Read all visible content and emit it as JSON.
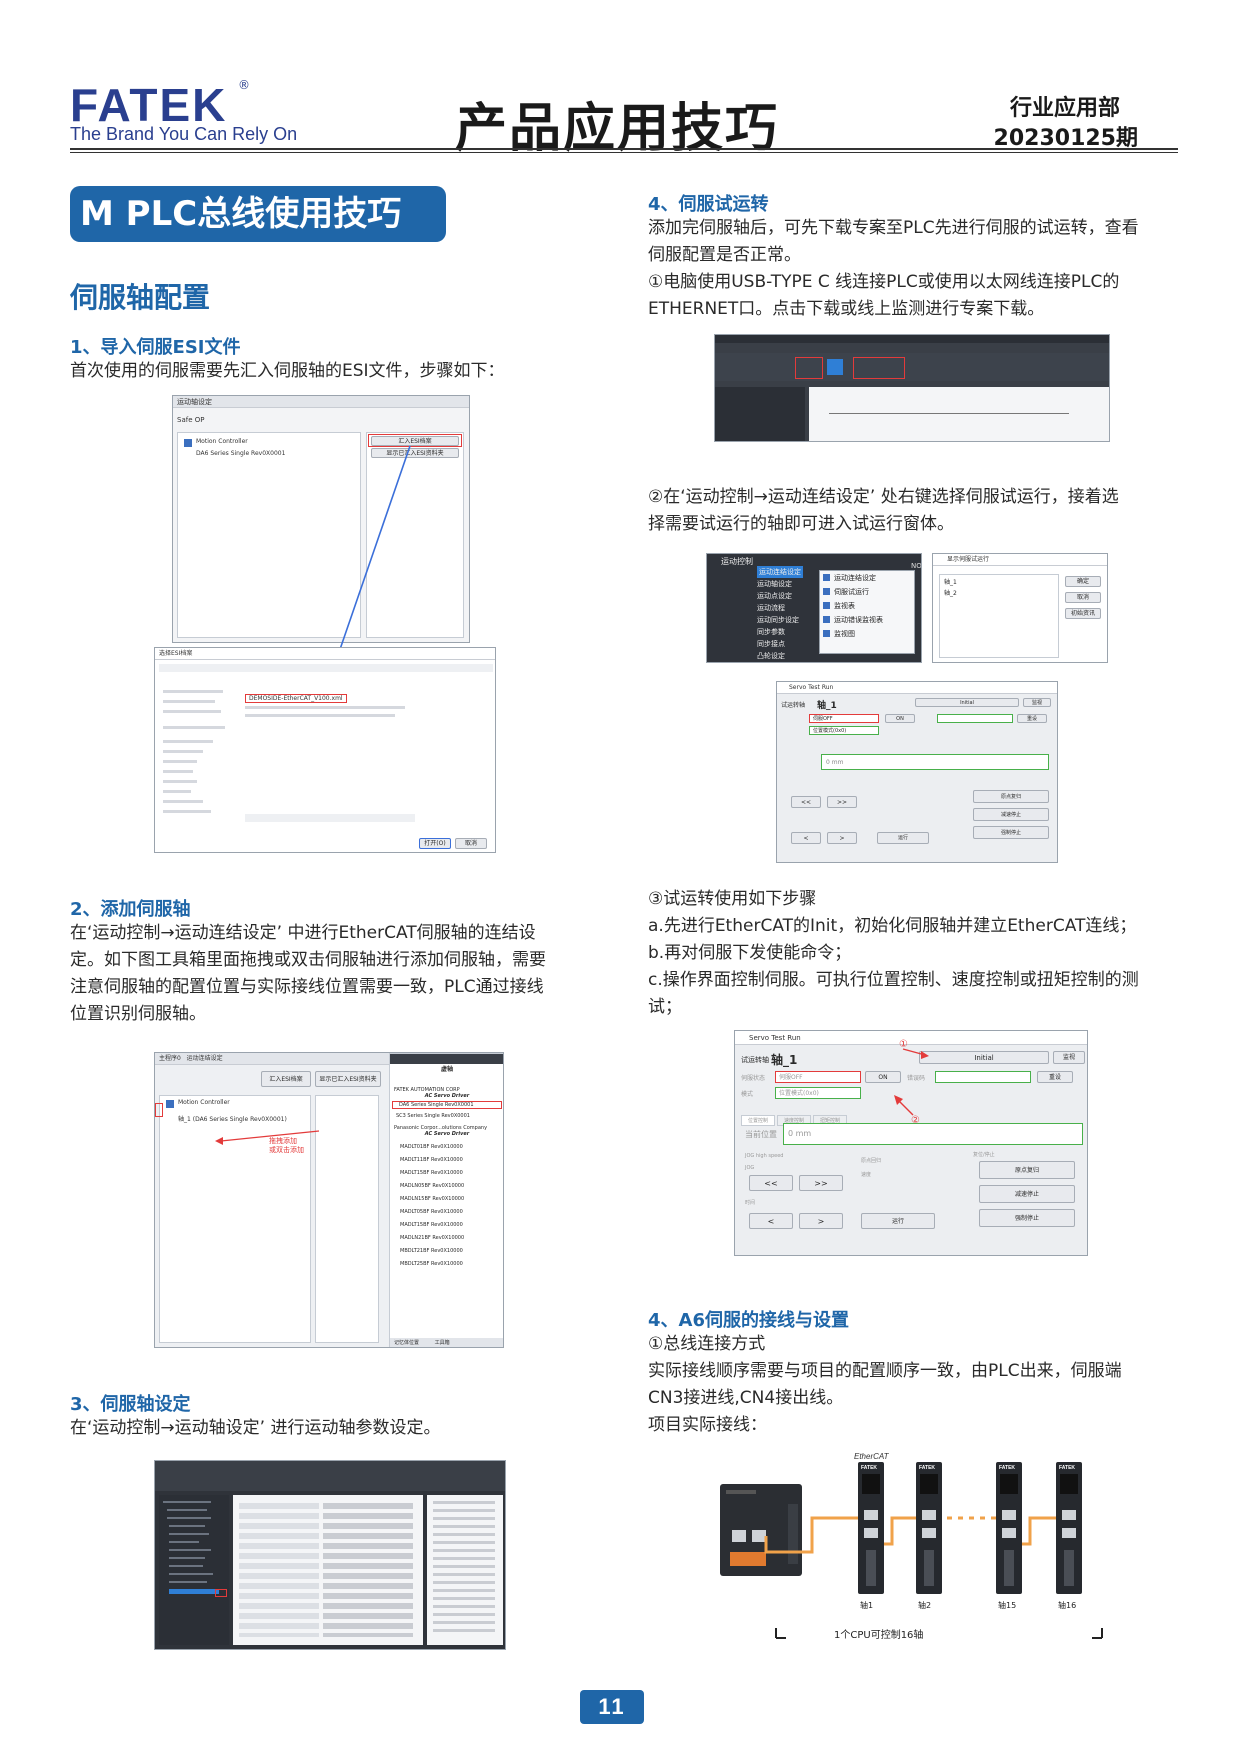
{
  "header": {
    "logo": "FATEK",
    "logo_reg": "®",
    "tagline": "The Brand You Can Rely On",
    "title": "产品应用技巧",
    "dept": "行业应用部",
    "issue": "20230125期"
  },
  "left": {
    "banner": "M PLC总线使用技巧",
    "section_title": "伺服轴配置",
    "s1_title": "1、导入伺服ESI文件",
    "s1_text": "首次使用的伺服需要先汇入伺服轴的ESI文件，步骤如下：",
    "s2_title": "2、添加伺服轴",
    "s2_text_1": "在‘运动控制→运动连结设定’ 中进行EtherCAT伺服轴的连结设",
    "s2_text_2": "定。如下图工具箱里面拖拽或双击伺服轴进行添加伺服轴，需要",
    "s2_text_3": "注意伺服轴的配置位置与实际接线位置需要一致，PLC通过接线",
    "s2_text_4": "位置识别伺服轴。",
    "s3_title": "3、伺服轴设定",
    "s3_text": "在‘运动控制→运动轴设定’ 进行运动轴参数设定。"
  },
  "right": {
    "s4_title": "4、伺服试运转",
    "s4_text_1": "添加完伺服轴后，可先下载专案至PLC先进行伺服的试运转，查看",
    "s4_text_2": "伺服配置是否正常。",
    "s4_step1_1": "①电脑使用USB-TYPE  C  线连接PLC或使用以太网线连接PLC的",
    "s4_step1_2": "ETHERNET口。点击下载或线上监测进行专案下载。",
    "s4_step2_1": "②在‘运动控制→运动连结设定’ 处右键选择伺服试运行，接着选",
    "s4_step2_2": "择需要试运行的轴即可进入试运行窗体。",
    "s4_step3": "③试运转使用如下步骤",
    "s4_step3_a": "a.先进行EtherCAT的Init，初始化伺服轴并建立EtherCAT连线；",
    "s4_step3_b": "b.再对伺服下发使能命令；",
    "s4_step3_c1": "c.操作界面控制伺服。可执行位置控制、速度控制或扭矩控制的测",
    "s4_step3_c2": "试；",
    "s5_title": "4、A6伺服的接线与设置",
    "s5_sub": "①总线连接方式",
    "s5_text_1": "实际接线顺序需要与项目的配置顺序一致，由PLC出来，伺服端",
    "s5_text_2": "CN3接进线,CN4接出线。",
    "s5_text_3": "项目实际接线："
  },
  "screens": {
    "esi_tab": "运动轴设定",
    "esi_mode": "Safe OP",
    "esi_controller": "Motion Controller",
    "esi_axis": "DA6 Series Single Rev0X0001",
    "esi_btn1": "汇入ESI档案",
    "esi_btn2": "显示已汇入ESI资料夹",
    "file_dialog_title": "选择ESI档案",
    "file_name": "DEMOSIDE-EtherCAT_V100.xml",
    "file_ok": "打开(O)",
    "file_cancel": "取消",
    "add_tab1": "主程序0",
    "add_tab2": "运动连结设定",
    "add_btn1": "汇入ESI档案",
    "add_btn2": "显示已汇入ESI资料夹",
    "add_controller": "Motion Controller",
    "add_axis": "轴_1 (DA6 Series Single Rev0X0001)",
    "add_note_1": "拖拽添加",
    "add_note_2": "或双击添加",
    "tb_header": "虚轴",
    "tb_fatek": "FATEK AUTOMATION CORP",
    "tb_ac": "AC Servo Driver",
    "tb_da6": "DA6 Series Single Rev0X0001",
    "tb_sc3": "SC3 Series Single Rev0X0001",
    "tb_panasonic": "Panasonic Corpor...olutions Company",
    "tb_items": [
      "MADLT01BF Rev0X10000",
      "MADLT11BF Rev0X10000",
      "MADLT15BF Rev0X10000",
      "MADLN05BF Rev0X10000",
      "MADLN15BF Rev0X10000",
      "MADLT05BF Rev0X10000",
      "MADLT15BF Rev0X10000",
      "MADLN21BF Rev0X10000",
      "MBDLT21BF Rev0X10000",
      "MBDLT25BF Rev0X10000"
    ],
    "tb_foot_1": "记忆体位置",
    "tb_foot_2": "工具箱",
    "menu_root": "运动控制",
    "menu_items": [
      "运动连结设定",
      "运动轴设定",
      "运动点设定",
      "运动流程",
      "运动同步设定",
      "同步参数",
      "同步接点",
      "凸轮设定"
    ],
    "ctx_items": [
      "运动连结设定",
      "伺服试运行",
      "监视表",
      "运动错误监视表",
      "监视图"
    ],
    "node_label": "NO",
    "sel_title": "显示伺服试运行",
    "sel_items": [
      "轴_1",
      "轴_2"
    ],
    "sel_ok": "确定",
    "sel_cancel": "取消",
    "sel_all": "初始资讯",
    "str_title": "Servo Test Run",
    "str_axis_label": "试运转轴",
    "str_axis": "轴_1",
    "str_init": "Initial",
    "str_monitor": "监视",
    "str_state_label": "伺服状态",
    "str_state": "伺服OFF",
    "str_on": "ON",
    "str_err_label": "错误码",
    "str_reset": "重设",
    "str_mode_label": "模式",
    "str_mode": "位置模式(0x0)",
    "str_tabs": [
      "位置控制",
      "速度控制",
      "扭矩控制"
    ],
    "str_pos_label": "当前位置",
    "str_pos": "0 mm",
    "str_jog": "JOG high speed",
    "str_jog_label": "JOG",
    "str_jog_l": "<<",
    "str_jog_r": ">>",
    "str_home_label": "原点回归",
    "str_home": "原点复归",
    "str_speed_label": "速度",
    "str_abs_label": "时间",
    "str_left": "<",
    "str_right": ">",
    "str_run": "运行",
    "str_stop_label": "复位/停止",
    "str_slow": "减速停止",
    "str_force": "强制停止",
    "str_annot_1": "①",
    "str_annot_2": "②",
    "wire_brand": "EtherCAT",
    "wire_axes": [
      "轴1",
      "轴2",
      "轴15",
      "轴16"
    ],
    "wire_caption": "1个CPU可控制16轴",
    "drive_brand": "FATEK"
  },
  "page_number": "11"
}
